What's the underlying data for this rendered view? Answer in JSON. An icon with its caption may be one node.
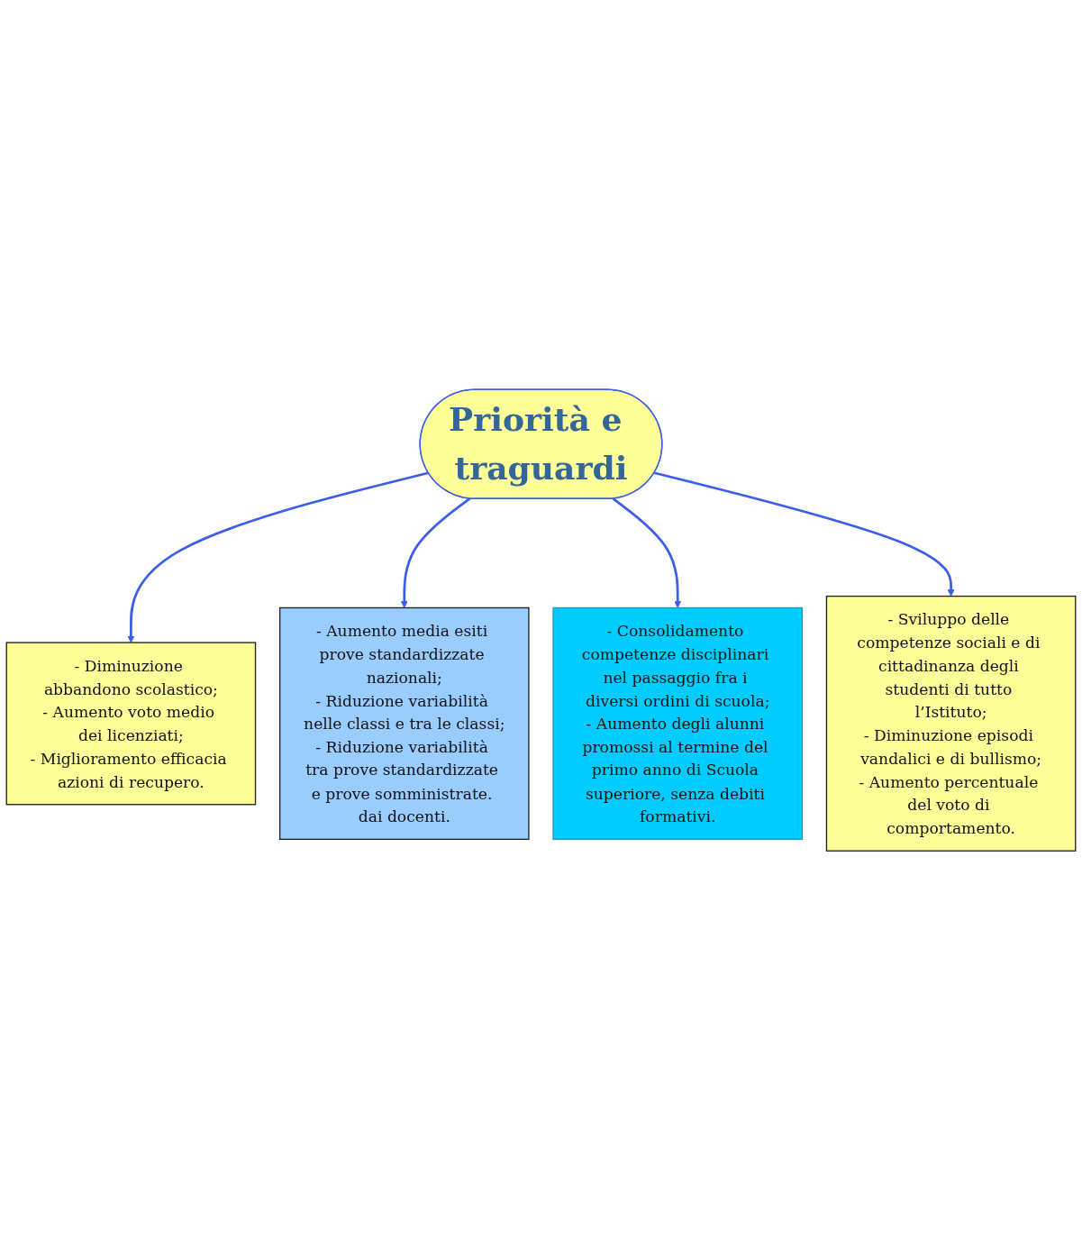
{
  "diagram": {
    "nodes": [
      {
        "text": [
          "- Diminuzione abbandono scolastico;",
          "- Aumento voto medio dei licenziati;",
          "- Miglioramento efficacia azioni di recupero."
        ]
      },
      {
        "text": [
          "- Aumento media esiti prove standardizzate nazionali;",
          "- Riduzione variabilità nelle classi e tra le classi;",
          "- Riduzione variabilità tra prove standardizzate e prove somministrate. dai docenti."
        ]
      },
      {
        "text": [
          "Priorità e traguardi"
        ]
      },
      {
        "text": [
          "- Consolidamento competenze disciplinari nel passaggio fra i diversi ordini di scuola;",
          "- Aumento degli alunni promossi al termine del primo anno di Scuola superiore, senza debiti formativi."
        ]
      },
      {
        "text": [
          "- Sviluppo delle competenze sociali e di cittadinanza degli studenti di tutto l’Istituto;",
          "- Diminuzione episodi vandalici e di bullismo;",
          "- Aumento percentuale del voto di comportamento."
        ]
      }
    ],
    "edges": [
      {
        "from": 2,
        "to": 0,
        "arrow": "to"
      },
      {
        "from": 2,
        "to": 1,
        "arrow": "to"
      },
      {
        "from": 2,
        "to": 3,
        "arrow": "to"
      },
      {
        "from": 2,
        "to": 4,
        "arrow": "to"
      }
    ]
  }
}
